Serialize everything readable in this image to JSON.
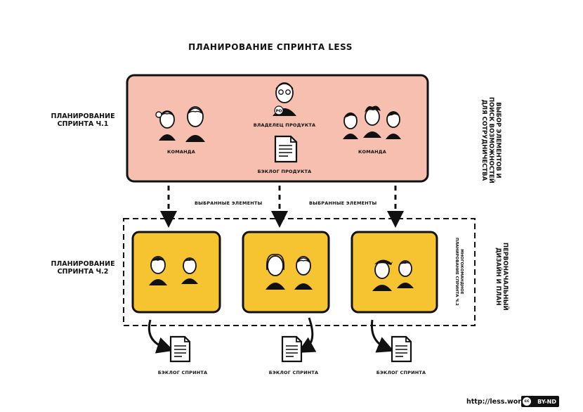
{
  "title": "ПЛАНИРОВАНИЕ СПРИНТА LESS",
  "labels": {
    "planning_1": [
      "ПЛАНИРОВАНИЕ",
      "СПРИНТА Ч.1"
    ],
    "planning_2": [
      "ПЛАНИРОВАНИЕ",
      "СПРИНТА Ч.2"
    ],
    "selection_vertical": [
      "ВЫБОР ЭЛЕМЕНТОВ И",
      "ПОИСК ВОЗМОЖНОСТЕЙ",
      "ДЛЯ СОТРУДНИЧЕСТВА"
    ],
    "design_vertical": [
      "ПЕРВОНАЧАЛЬНЫЙ",
      "ДИЗАЙН И ПЛАН"
    ],
    "multiteam_vertical": [
      "МНОГОКОМАНДНОЕ",
      "ПЛАНИРОВАНИЕ СПРИНТА Ч.2"
    ]
  },
  "top_box": {
    "team_left": "КОМАНДА",
    "team_right": "КОМАНДА",
    "product_owner": "ВЛАДЕЛЕЦ ПРОДУКТА",
    "po_badge": "PO",
    "product_backlog": "БЭКЛОГ ПРОДУКТА"
  },
  "arrows": {
    "selected_left": "ВЫБРАННЫЕ ЭЛЕМЕНТЫ",
    "selected_right": "ВЫБРАННЫЕ ЭЛЕМЕНТЫ"
  },
  "sprint_backlogs": [
    "БЭКЛОГ СПРИНТА",
    "БЭКЛОГ СПРИНТА",
    "БЭКЛОГ СПРИНТА"
  ],
  "footer": {
    "url": "http://less.works",
    "license": "BY-ND",
    "license_mark": "cc"
  },
  "colors": {
    "top_box": "#f6bfaf",
    "team_box": "#f7c431",
    "ink": "#111111"
  }
}
